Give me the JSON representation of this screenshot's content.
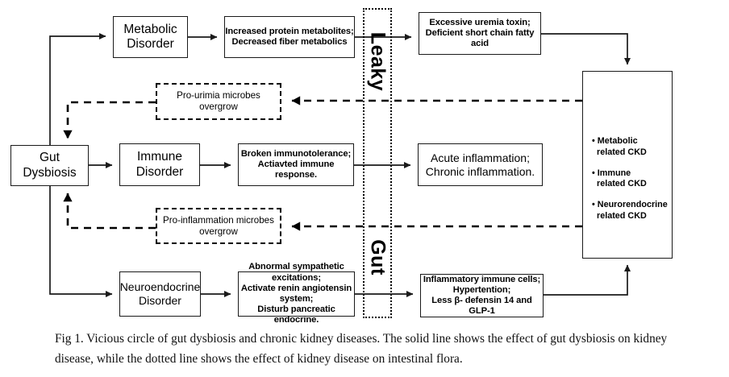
{
  "figure": {
    "caption": "Fig 1. Vicious circle of gut dysbiosis and chronic kidney diseases. The solid line shows the effect of gut dysbiosis on kidney disease, while the dotted line shows the effect of kidney disease on intestinal flora."
  },
  "band": {
    "word_top": "Leaky",
    "word_bottom": "Gut"
  },
  "nodes": {
    "gut_dysbiosis": "Gut\nDysbiosis",
    "metabolic_disorder": "Metabolic\nDisorder",
    "immune_disorder": "Immune\nDisorder",
    "neuroendocrine_disorder": "Neuroendocrine\nDisorder",
    "metabolic_effect": "Increased protein metabolites;\nDecreased fiber metabolics",
    "immune_effect": "Broken immunotolerance;\nActiavted immune response.",
    "neuroendocrine_effect": "Abnormal sympathetic excitations;\nActivate renin angiotensin system;\nDisturb pancreatic endocrine.",
    "uremia_outcome": "Excessive uremia toxin;\nDeficient short chain fatty acid",
    "inflammation_outcome": "Acute inflammation;\nChronic inflammation.",
    "inflammatory_cells_outcome": "Inflammatory immune cells;\nHypertention;\nLess β- defensin 14 and GLP-1",
    "pro_urimia_microbes": "Pro-urimia microbes\novergrow",
    "pro_inflammation_microbes": "Pro-inflammation microbes\novergrow"
  },
  "ckd_box": {
    "bullet": "•",
    "items": [
      {
        "head": "Metabolic",
        "sub": "related CKD"
      },
      {
        "head": "Immune",
        "sub": "related CKD"
      },
      {
        "head": "Neurorendocrine",
        "sub": "related CKD"
      }
    ]
  },
  "colors": {
    "line": "#1a1a1a",
    "background": "#ffffff",
    "text": "#000000"
  }
}
